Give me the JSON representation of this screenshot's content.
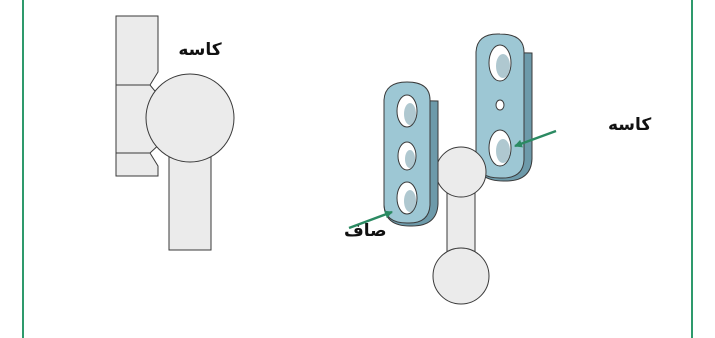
{
  "colors": {
    "frame": "#2e9a6c",
    "arrow": "#2b8a62",
    "plate_fill": "#9dc7d4",
    "plate_side": "#6d9aaa",
    "part_fill": "#ebebeb",
    "outline": "#3a3a3a"
  },
  "labels": {
    "left_cup": "کاسه",
    "right_cup": "کاسه",
    "flat_plate": "صاف"
  }
}
